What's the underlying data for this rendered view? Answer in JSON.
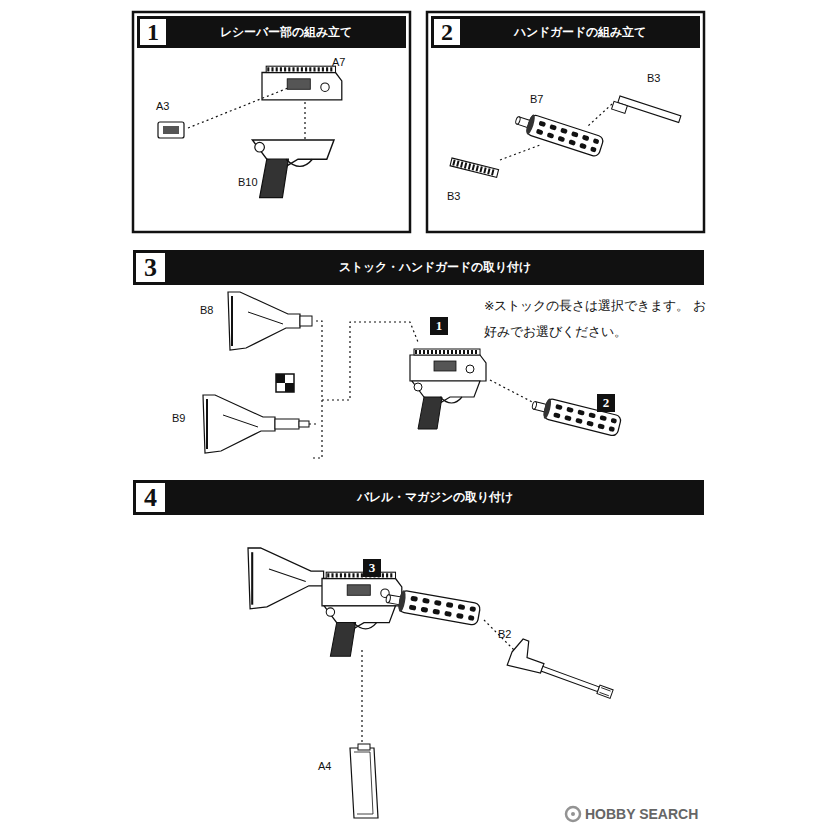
{
  "diagram": {
    "nodes": [
      {
        "text": [
          "1",
          "レシーバー部の組み立て"
        ]
      },
      {
        "text": [
          "2",
          "ハンドガードの組み立て"
        ]
      },
      {
        "text": [
          "3",
          "ストック・ハンドガードの取り付け"
        ]
      },
      {
        "text": [
          "4",
          "バレル・マガジンの取り付け"
        ]
      },
      {
        "text": [
          "1"
        ]
      },
      {
        "text": [
          "2"
        ]
      },
      {
        "text": [
          "3"
        ]
      }
    ],
    "labels": [
      "A7",
      "A3",
      "B10",
      "B3",
      "B7",
      "B3",
      "B8",
      "B9",
      "※ストックの長さは選択できます。 お好みでお選びください。",
      "B2",
      "A4",
      "HOBBY SEARCH"
    ]
  }
}
